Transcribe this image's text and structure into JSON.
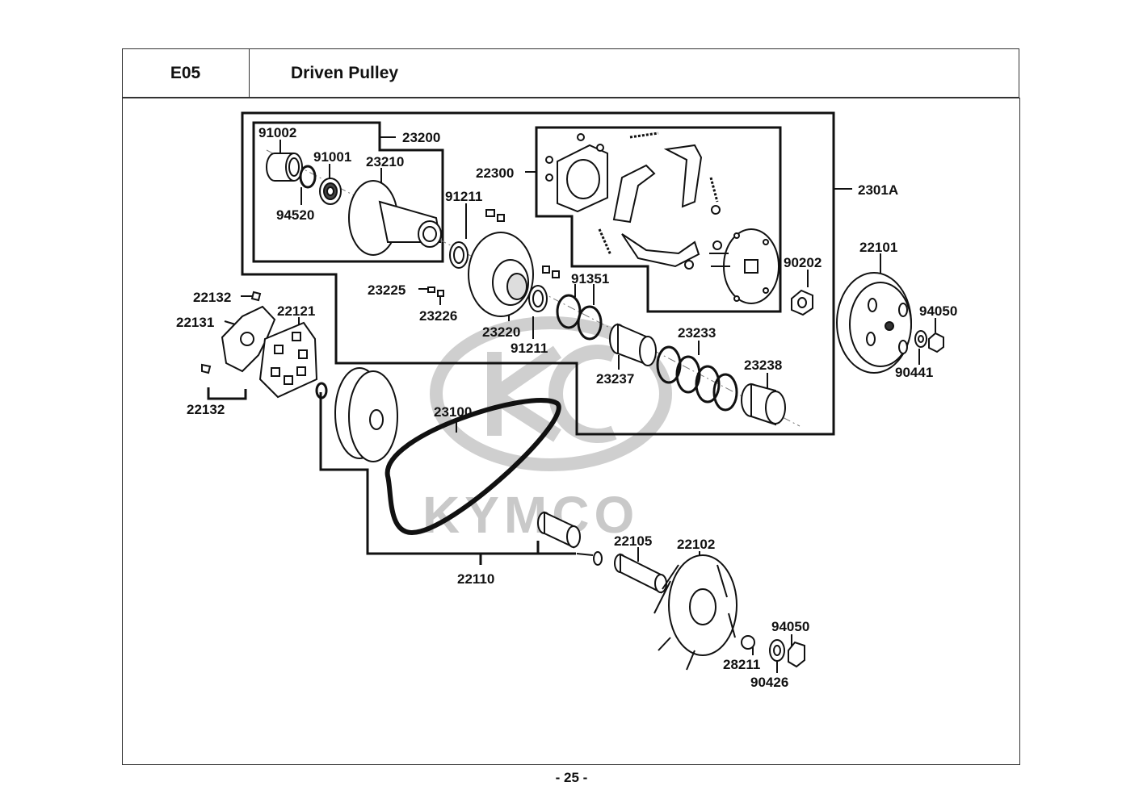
{
  "header": {
    "section_code": "E05",
    "title": "Driven Pulley"
  },
  "watermark": {
    "brand": "KYMCO"
  },
  "part_labels": {
    "p91002": "91002",
    "p23200": "23200",
    "p91001": "91001",
    "p23210": "23210",
    "p94520": "94520",
    "p22300": "22300",
    "p91211a": "91211",
    "p2301A": "2301A",
    "p22101": "22101",
    "p90202": "90202",
    "p94050a": "94050",
    "p90441": "90441",
    "p22132a": "22132",
    "p22131": "22131",
    "p22121": "22121",
    "p22132b": "22132",
    "p23225": "23225",
    "p23226": "23226",
    "p91351": "91351",
    "p23220": "23220",
    "p91211b": "91211",
    "p23233": "23233",
    "p23237": "23237",
    "p23238": "23238",
    "p23100": "23100",
    "p22110": "22110",
    "p22105": "22105",
    "p22102": "22102",
    "p94050b": "94050",
    "p28211": "28211",
    "p90426": "90426"
  },
  "footer": {
    "page_number": "- 25 -"
  },
  "colors": {
    "line": "#111111",
    "watermark": "#c9c9c9",
    "background": "#ffffff"
  }
}
